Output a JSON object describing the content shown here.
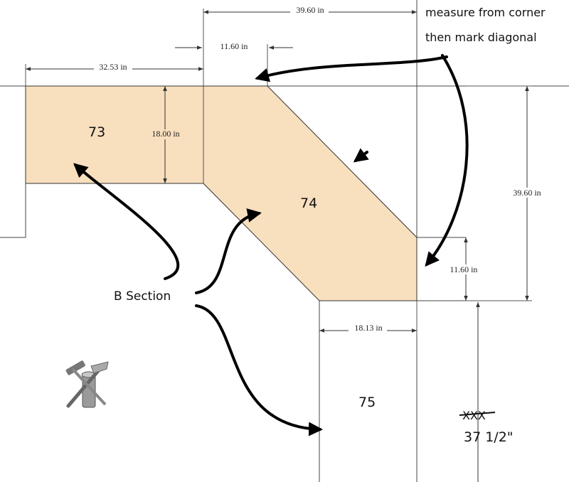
{
  "colors": {
    "panel_fill": "#f8dfbe",
    "line": "#333333",
    "arrow": "#000000",
    "background": "#ffffff"
  },
  "pieces": [
    {
      "label": "73"
    },
    {
      "label": "74"
    },
    {
      "label": "75"
    }
  ],
  "dimensions": {
    "top_overall": "39.60 in",
    "top_corner": "11.60 in",
    "left_length": "32.53 in",
    "left_depth": "18.00 in",
    "right_overall": "39.60 in",
    "right_corner": "11.60 in",
    "bottom_width": "18.13 in"
  },
  "annotations": {
    "note_line1": "measure from corner",
    "note_line2": "then mark diagonal",
    "section_label": "B Section",
    "crossed_value": "XXX",
    "replacement_value": "37 1/2\""
  },
  "icons": {
    "logo": "tools-icon"
  }
}
